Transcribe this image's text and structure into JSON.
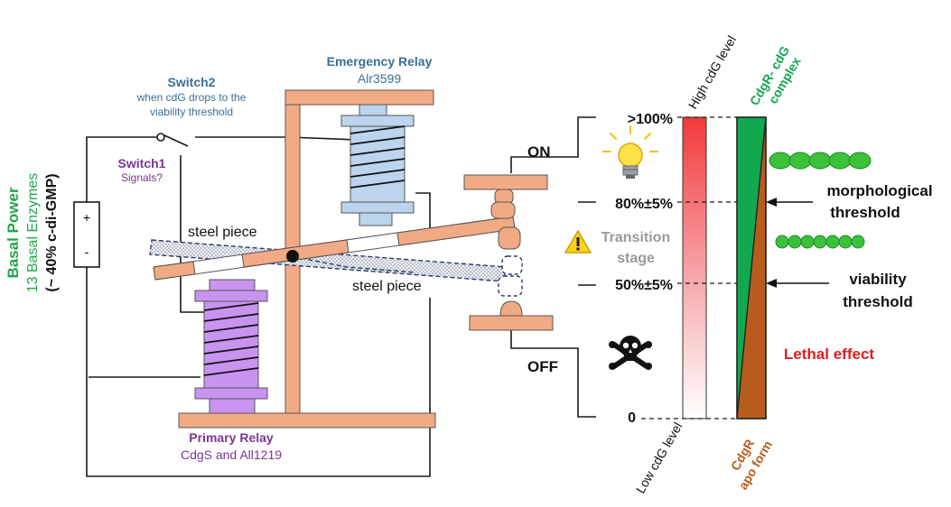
{
  "colors": {
    "relay_frame": "#f2aa84",
    "primary_coil": "#c993f0",
    "emergency_coil": "#bcd4ee",
    "power_green": "#23a64a",
    "switch_purple": "#7a3696",
    "relay_blue": "#3a6f95",
    "bar_green": "#12a84e",
    "bar_brown": "#b85c1e",
    "lethal_red": "#e41c1c",
    "gradient_red": "#f23a3a",
    "steel_dots": "#d8dde8",
    "bacteria_green": "#3bc23a"
  },
  "power": {
    "title": "Basal Power",
    "enzymes": "13 Basal Enzymes",
    "level": "(~ 40% c-di-GMP)",
    "plus": "+",
    "minus": "-"
  },
  "switch1": {
    "title": "Switch1",
    "subtitle": "Signals?"
  },
  "switch2": {
    "title": "Switch2",
    "subtitle_line1": "when cdG drops to the",
    "subtitle_line2": "viability threshold"
  },
  "emergency_relay": {
    "title": "Emergency Relay",
    "protein": "Alr3599"
  },
  "primary_relay": {
    "title": "Primary Relay",
    "proteins": "CdgS and All1219"
  },
  "steel_piece_labels": [
    "steel piece",
    "steel piece"
  ],
  "states": {
    "on": "ON",
    "off": "OFF"
  },
  "scale": {
    "levels": [
      ">100%",
      "80%±5%",
      "50%±5%",
      "0"
    ],
    "high_label": "High cdG level",
    "low_label": "Low cdG level",
    "transition_line1": "Transition",
    "transition_line2": "stage"
  },
  "bar": {
    "complex_label_line1": "CdgR- cdG",
    "complex_label_line2": "complex",
    "apo_label_line1": "CdgR",
    "apo_label_line2": "apo form"
  },
  "thresholds": {
    "morphological_line1": "morphological",
    "morphological_line2": "threshold",
    "viability_line1": "viability",
    "viability_line2": "threshold"
  },
  "lethal_effect": "Lethal effect",
  "icons": [
    "light-bulb-icon",
    "warning-icon",
    "skull-crossbones-icon"
  ]
}
